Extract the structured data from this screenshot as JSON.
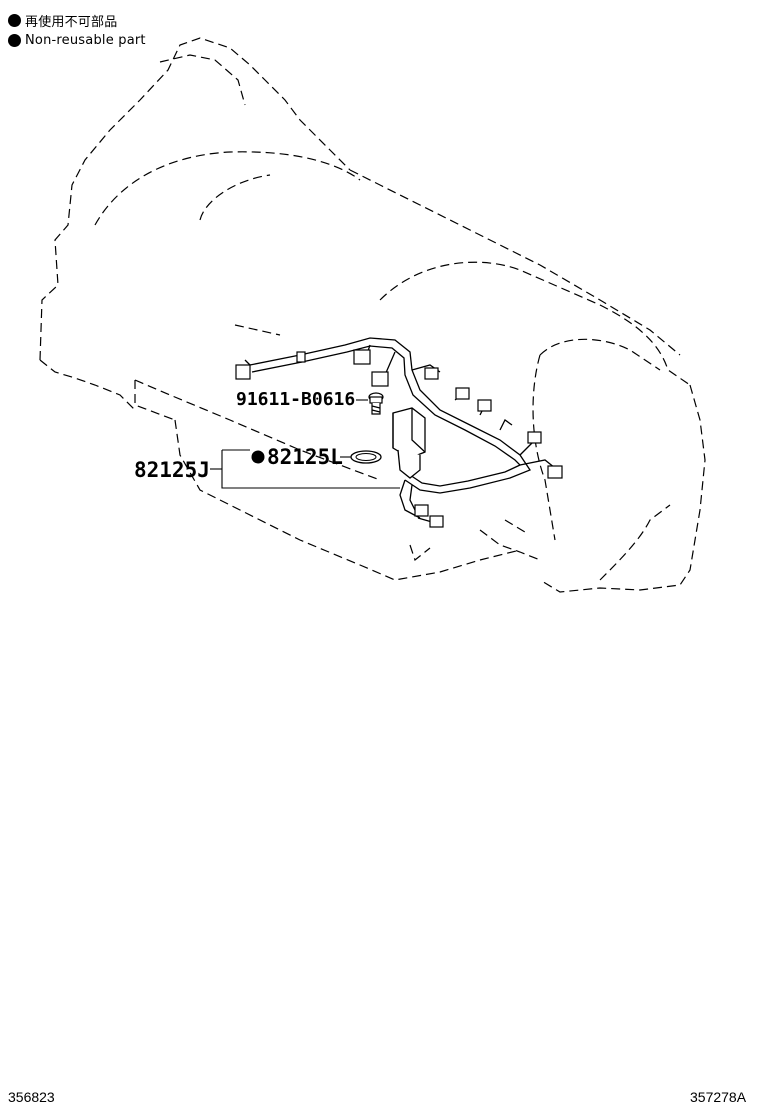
{
  "legend": {
    "jp": "再使用不可部品",
    "en": "Non-reusable part"
  },
  "parts": {
    "bolt": "91611-B0616",
    "gasket": "82125L",
    "harness": "82125J"
  },
  "footer": {
    "left_code": "356823",
    "right_code": "357278A"
  }
}
